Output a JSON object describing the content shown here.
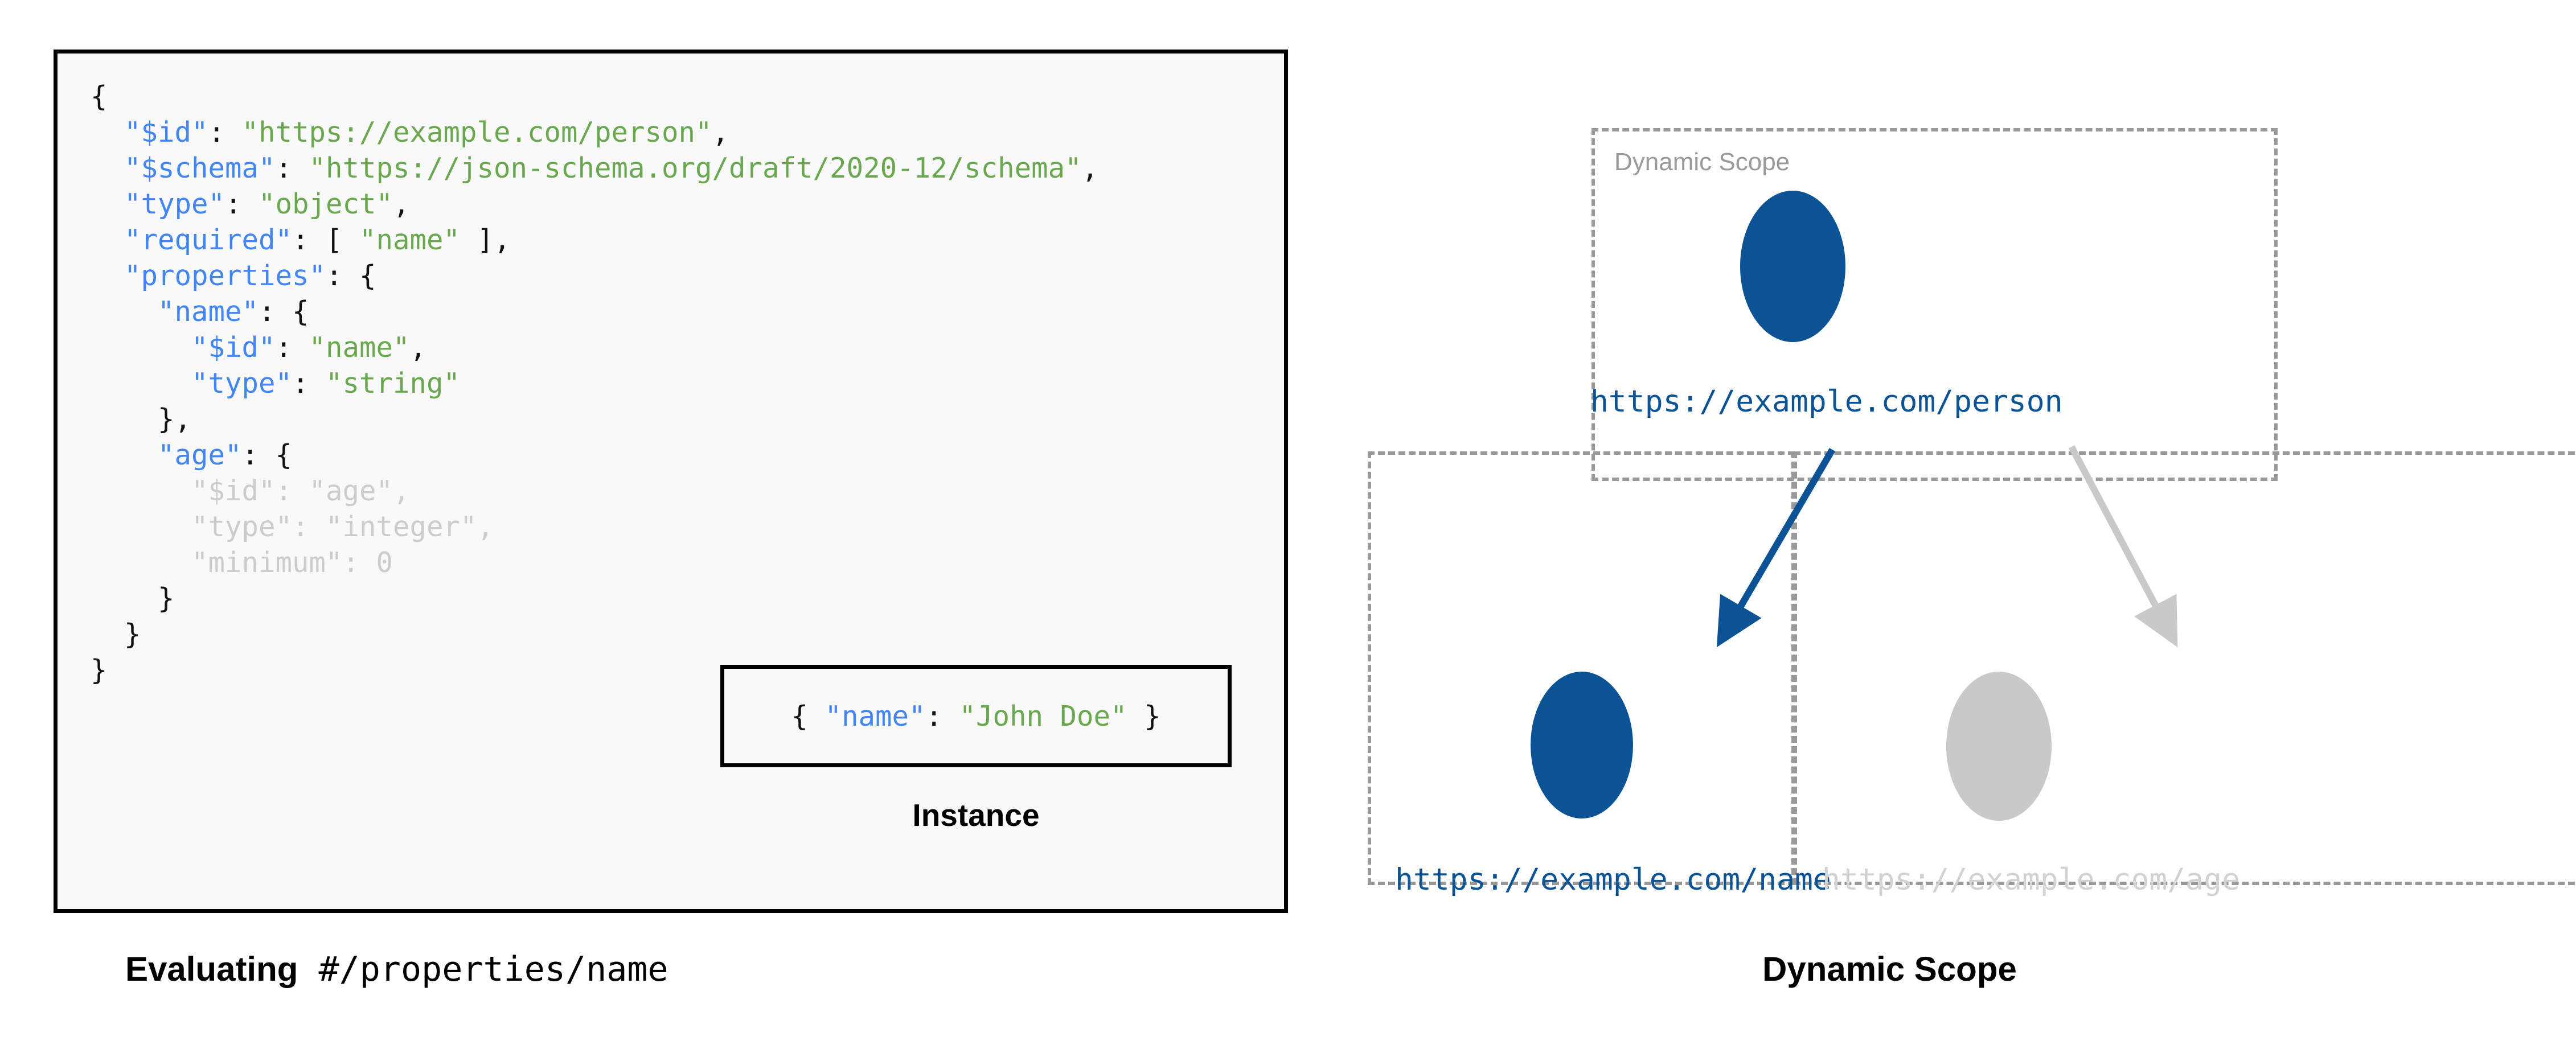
{
  "colors": {
    "accent_blue": "#0b5394",
    "key_blue": "#4285f4",
    "string_green": "#6aa84f",
    "muted_gray": "#c9c9c9",
    "label_gray": "#d2d2d2",
    "dashed_gray": "#999999",
    "panel_bg": "#f9f9f9",
    "border_black": "#000000"
  },
  "schema_panel": {
    "lines": [
      {
        "indent": 0,
        "tokens": [
          {
            "t": "{",
            "c": "p"
          }
        ]
      },
      {
        "indent": 1,
        "tokens": [
          {
            "t": "\"$id\"",
            "c": "k"
          },
          {
            "t": ": ",
            "c": "p"
          },
          {
            "t": "\"https://example.com/person\"",
            "c": "s"
          },
          {
            "t": ",",
            "c": "p"
          }
        ]
      },
      {
        "indent": 1,
        "tokens": [
          {
            "t": "\"$schema\"",
            "c": "k"
          },
          {
            "t": ": ",
            "c": "p"
          },
          {
            "t": "\"https://json-schema.org/draft/2020-12/schema\"",
            "c": "s"
          },
          {
            "t": ",",
            "c": "p"
          }
        ]
      },
      {
        "indent": 1,
        "tokens": [
          {
            "t": "\"type\"",
            "c": "k"
          },
          {
            "t": ": ",
            "c": "p"
          },
          {
            "t": "\"object\"",
            "c": "s"
          },
          {
            "t": ",",
            "c": "p"
          }
        ]
      },
      {
        "indent": 1,
        "tokens": [
          {
            "t": "\"required\"",
            "c": "k"
          },
          {
            "t": ": [ ",
            "c": "p"
          },
          {
            "t": "\"name\"",
            "c": "s"
          },
          {
            "t": " ],",
            "c": "p"
          }
        ]
      },
      {
        "indent": 1,
        "tokens": [
          {
            "t": "\"properties\"",
            "c": "k"
          },
          {
            "t": ": {",
            "c": "p"
          }
        ]
      },
      {
        "indent": 2,
        "tokens": [
          {
            "t": "\"name\"",
            "c": "k"
          },
          {
            "t": ": {",
            "c": "p"
          }
        ]
      },
      {
        "indent": 3,
        "tokens": [
          {
            "t": "\"$id\"",
            "c": "k"
          },
          {
            "t": ": ",
            "c": "p"
          },
          {
            "t": "\"name\"",
            "c": "s"
          },
          {
            "t": ",",
            "c": "p"
          }
        ]
      },
      {
        "indent": 3,
        "tokens": [
          {
            "t": "\"type\"",
            "c": "k"
          },
          {
            "t": ": ",
            "c": "p"
          },
          {
            "t": "\"string\"",
            "c": "s"
          }
        ]
      },
      {
        "indent": 2,
        "tokens": [
          {
            "t": "},",
            "c": "p"
          }
        ]
      },
      {
        "indent": 2,
        "tokens": [
          {
            "t": "\"age\"",
            "c": "k"
          },
          {
            "t": ": {",
            "c": "p"
          }
        ]
      },
      {
        "indent": 3,
        "tokens": [
          {
            "t": "\"$id\"",
            "c": "dim-k"
          },
          {
            "t": ": ",
            "c": "dim-p"
          },
          {
            "t": "\"age\"",
            "c": "dim-s"
          },
          {
            "t": ",",
            "c": "dim-p"
          }
        ]
      },
      {
        "indent": 3,
        "tokens": [
          {
            "t": "\"type\"",
            "c": "dim-k"
          },
          {
            "t": ": ",
            "c": "dim-p"
          },
          {
            "t": "\"integer\"",
            "c": "dim-s"
          },
          {
            "t": ",",
            "c": "dim-p"
          }
        ]
      },
      {
        "indent": 3,
        "tokens": [
          {
            "t": "\"minimum\"",
            "c": "dim-k"
          },
          {
            "t": ": ",
            "c": "dim-p"
          },
          {
            "t": "0",
            "c": "dim-s"
          }
        ]
      },
      {
        "indent": 2,
        "tokens": [
          {
            "t": "}",
            "c": "p"
          }
        ]
      },
      {
        "indent": 1,
        "tokens": [
          {
            "t": "}",
            "c": "p"
          }
        ]
      },
      {
        "indent": 0,
        "tokens": [
          {
            "t": "}",
            "c": "p"
          }
        ]
      }
    ]
  },
  "instance": {
    "tokens": [
      {
        "t": "{ ",
        "c": "p"
      },
      {
        "t": "\"name\"",
        "c": "k"
      },
      {
        "t": ": ",
        "c": "p"
      },
      {
        "t": "\"John Doe\"",
        "c": "s"
      },
      {
        "t": " }",
        "c": "p"
      }
    ],
    "caption": "Instance"
  },
  "captions": {
    "left_bold": "Evaluating",
    "left_mono": "#/properties/name",
    "right": "Dynamic Scope"
  },
  "diagram": {
    "scope_label": "Dynamic Scope",
    "nodes": [
      {
        "id": "person",
        "label": "https://example.com/person",
        "state": "active"
      },
      {
        "id": "name",
        "label": "https://example.com/name",
        "state": "active"
      },
      {
        "id": "age",
        "label": "https://example.com/age",
        "state": "muted"
      }
    ],
    "edges": [
      {
        "from": "person",
        "to": "name",
        "state": "active"
      },
      {
        "from": "person",
        "to": "age",
        "state": "muted"
      }
    ]
  }
}
